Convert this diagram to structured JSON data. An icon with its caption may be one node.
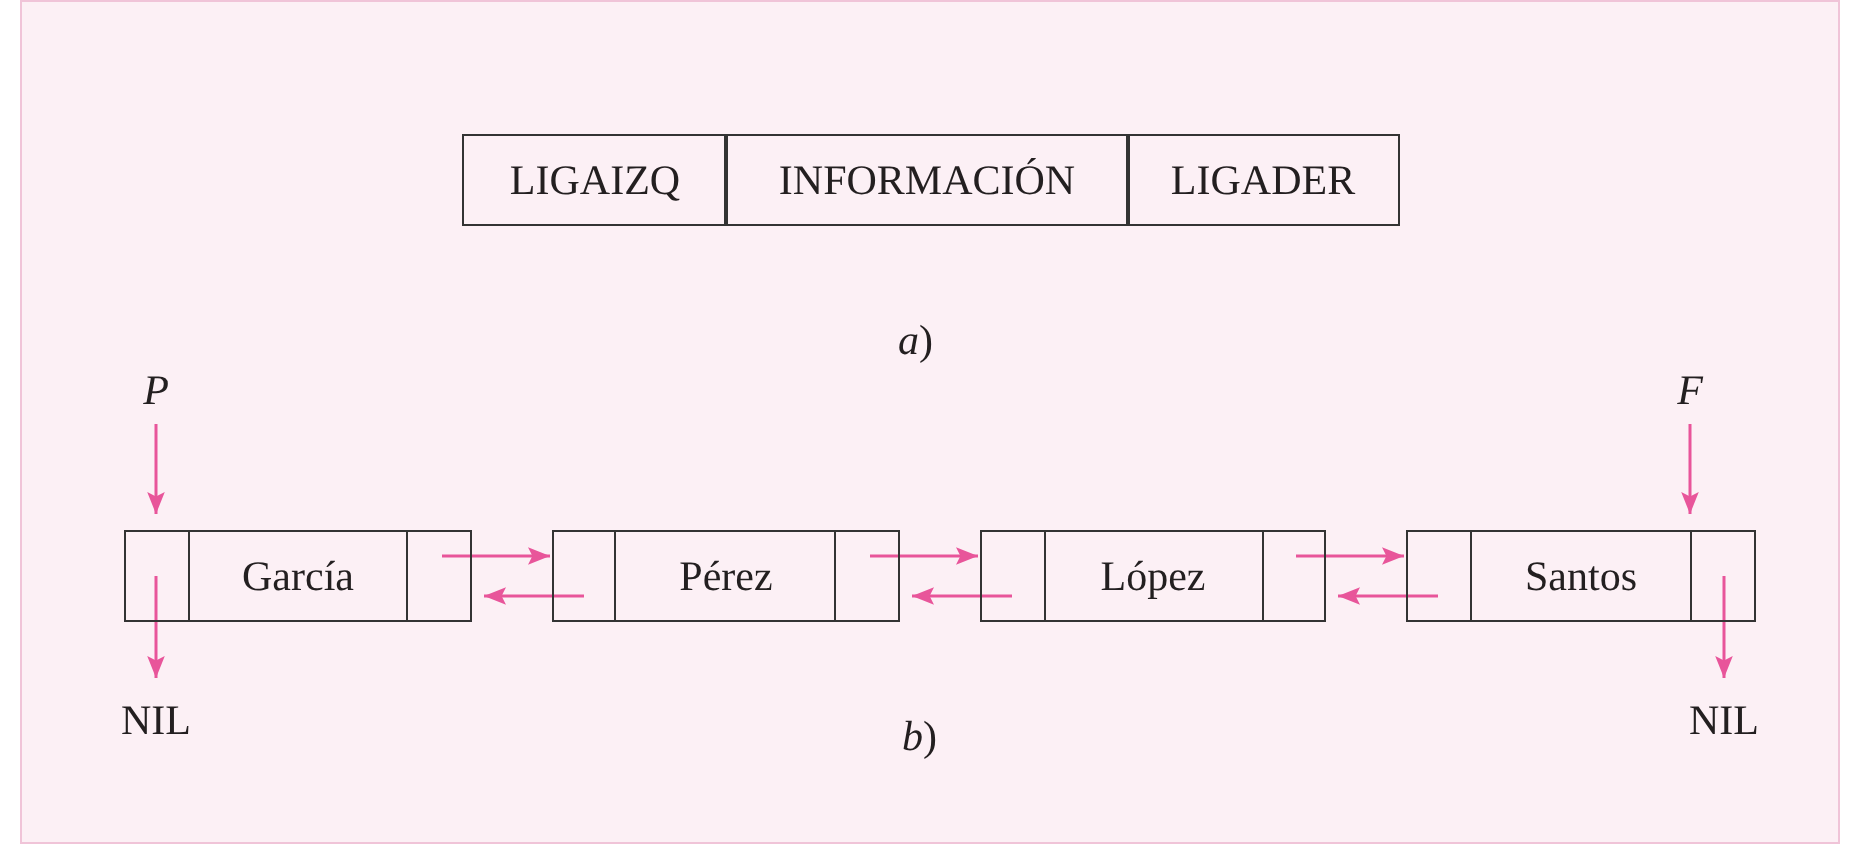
{
  "diagram": {
    "nodes": [
      {
        "text": [
          "LIGAIZQ"
        ]
      },
      {
        "text": [
          "INFORMACIÓN"
        ]
      },
      {
        "text": [
          "LIGADER"
        ]
      },
      {
        "text": [
          "P"
        ]
      },
      {
        "text": [
          "F"
        ]
      },
      {
        "text": [
          "García"
        ]
      },
      {
        "text": [
          "Pérez"
        ]
      },
      {
        "text": [
          "López"
        ]
      },
      {
        "text": [
          "Santos"
        ]
      },
      {
        "text": [
          "NIL"
        ]
      },
      {
        "text": [
          "NIL"
        ]
      }
    ],
    "edges": [
      {
        "from": 3,
        "to": 5,
        "arrow": "to"
      },
      {
        "from": 4,
        "to": 8,
        "arrow": "to"
      },
      {
        "from": 5,
        "to": 6,
        "arrow": "to"
      },
      {
        "from": 6,
        "to": 5,
        "arrow": "to"
      },
      {
        "from": 6,
        "to": 7,
        "arrow": "to"
      },
      {
        "from": 7,
        "to": 6,
        "arrow": "to"
      },
      {
        "from": 7,
        "to": 8,
        "arrow": "to"
      },
      {
        "from": 8,
        "to": 7,
        "arrow": "to"
      },
      {
        "from": 5,
        "to": 9,
        "arrow": "to"
      },
      {
        "from": 8,
        "to": 10,
        "arrow": "to"
      }
    ],
    "labels": [
      "*a*)",
      "*b*)"
    ]
  }
}
